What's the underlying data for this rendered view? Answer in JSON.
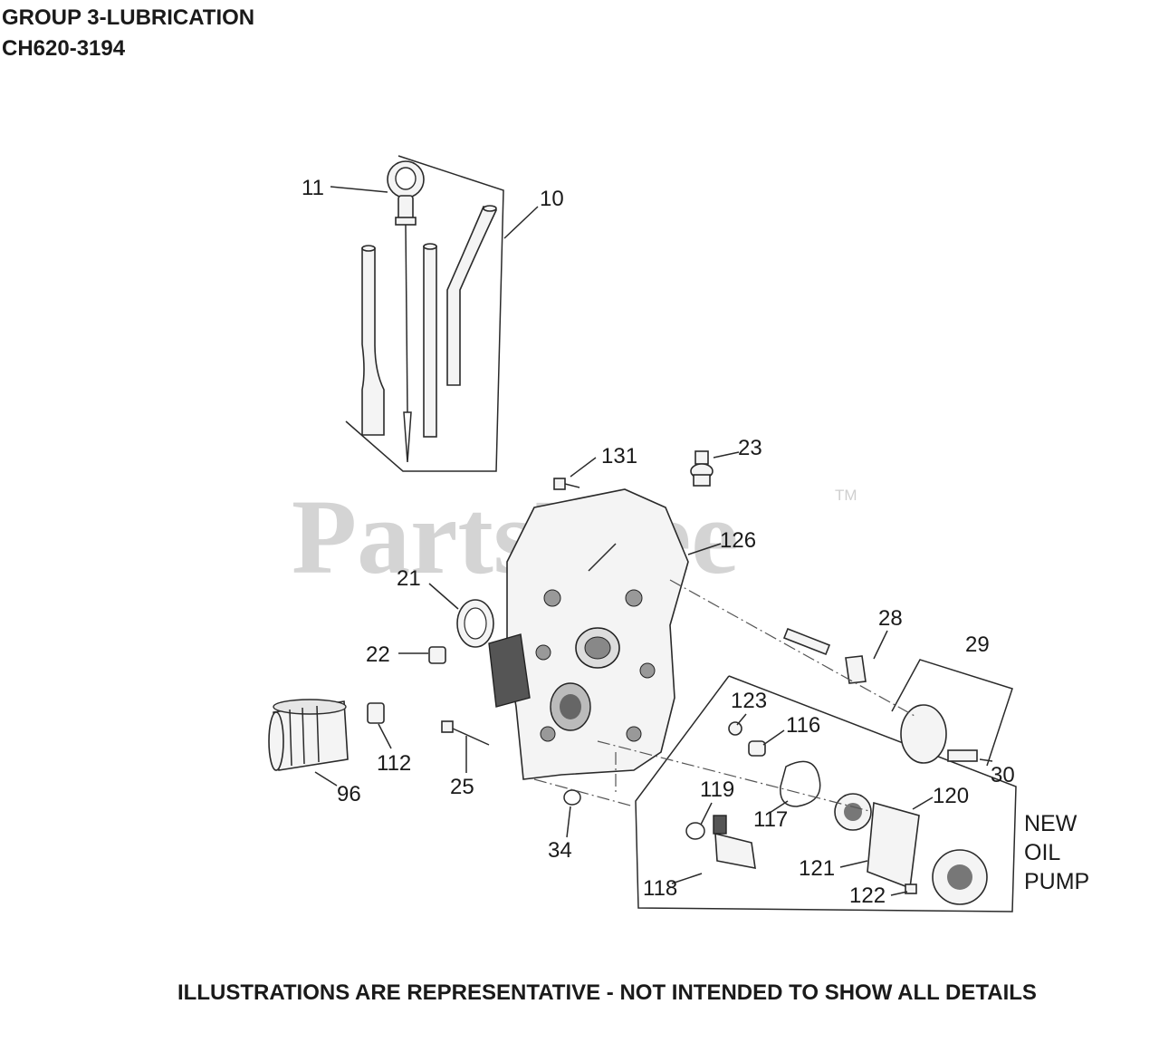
{
  "header": {
    "line1": "GROUP 3-LUBRICATION",
    "line2": "CH620-3194"
  },
  "watermark": {
    "text": "PartsTree",
    "trademark": "TM"
  },
  "callouts": {
    "c11": "11",
    "c10": "10",
    "c131": "131",
    "c23": "23",
    "c126": "126",
    "c21": "21",
    "c22": "22",
    "c28": "28",
    "c29": "29",
    "c123": "123",
    "c116": "116",
    "c112": "112",
    "c25": "25",
    "c96": "96",
    "c30": "30",
    "c119": "119",
    "c117": "117",
    "c120": "120",
    "c34": "34",
    "c121": "121",
    "c118": "118",
    "c122": "122"
  },
  "note": {
    "line1": "NEW",
    "line2": "OIL",
    "line3": "PUMP"
  },
  "footer": {
    "text": "ILLUSTRATIONS ARE REPRESENTATIVE - NOT INTENDED TO SHOW ALL DETAILS"
  }
}
